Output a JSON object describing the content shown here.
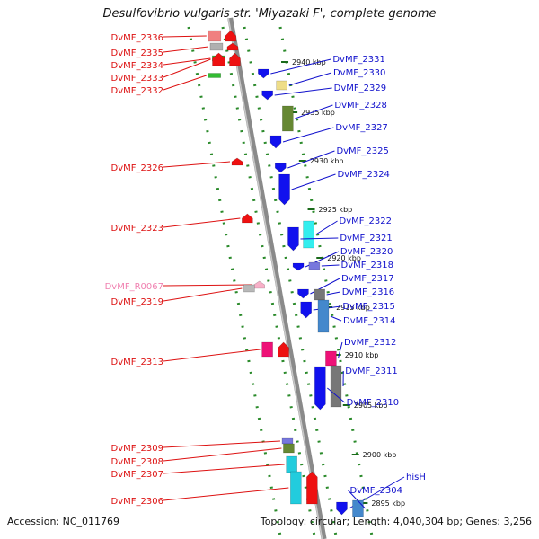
{
  "title": "Desulfovibrio vulgaris str. 'Miyazaki F', complete genome",
  "footer": {
    "accession": "Accession: NC_011769",
    "summary": "Topology: circular; Length: 4,040,304 bp; Genes: 3,256"
  },
  "colors": {
    "backbone": "#8a8a8a",
    "tick_dots": "#2a8a2a",
    "left_label": "#dd1111",
    "right_label": "#1111cc",
    "rna_label": "#f080b0"
  },
  "ticks": [
    "2940 kbp",
    "2935 kbp",
    "2930 kbp",
    "2925 kbp",
    "2920 kbp",
    "2915 kbp",
    "2910 kbp",
    "2905 kbp",
    "2900 kbp",
    "2895 kbp"
  ],
  "left_genes": [
    {
      "label": "DvMF_2336",
      "color": "#f08080",
      "type": "rect"
    },
    {
      "label": "DvMF_2335",
      "color": "#b0b0b0",
      "type": "rect"
    },
    {
      "label": "DvMF_2334",
      "color": "#33bb33",
      "type": "rect"
    },
    {
      "label": "DvMF_2333",
      "color": "#ee1111",
      "type": "arrow"
    },
    {
      "label": "DvMF_2332",
      "color": "#33bb33",
      "type": "rect"
    },
    {
      "label": "DvMF_2326",
      "color": "#ee1111",
      "type": "arrow"
    },
    {
      "label": "DvMF_2323",
      "color": "#ee1111",
      "type": "arrow"
    },
    {
      "label": "DvMF_R0067",
      "color": "#f8b0c8",
      "type": "arrow",
      "rna": true
    },
    {
      "label": "DvMF_2319",
      "color": "#b8b8b8",
      "type": "rect"
    },
    {
      "label": "DvMF_2313",
      "color": "#ee1177",
      "type": "rect"
    },
    {
      "label": "DvMF_2309",
      "color": "#7777dd",
      "type": "rect"
    },
    {
      "label": "DvMF_2308",
      "color": "#668833",
      "type": "rect"
    },
    {
      "label": "DvMF_2307",
      "color": "#22ccdd",
      "type": "rect"
    },
    {
      "label": "DvMF_2306",
      "color": "#22ccdd",
      "type": "rect"
    }
  ],
  "right_genes": [
    {
      "label": "DvMF_2331",
      "color": "#1111ee",
      "type": "arrow"
    },
    {
      "label": "DvMF_2330",
      "color": "#eedd88",
      "type": "rect"
    },
    {
      "label": "DvMF_2329",
      "color": "#1111ee",
      "type": "arrow"
    },
    {
      "label": "DvMF_2328",
      "color": "#668833",
      "type": "rect"
    },
    {
      "label": "DvMF_2327",
      "color": "#1111ee",
      "type": "arrow"
    },
    {
      "label": "DvMF_2325",
      "color": "#1111ee",
      "type": "arrow"
    },
    {
      "label": "DvMF_2324",
      "color": "#1111ee",
      "type": "arrow"
    },
    {
      "label": "DvMF_2322",
      "color": "#33eeee",
      "type": "rect"
    },
    {
      "label": "DvMF_2321",
      "color": "#1111ee",
      "type": "arrow"
    },
    {
      "label": "DvMF_2320",
      "color": "#1111ee",
      "type": "arrow"
    },
    {
      "label": "DvMF_2318",
      "color": "#7777dd",
      "type": "rect"
    },
    {
      "label": "DvMF_2317",
      "color": "#1111ee",
      "type": "arrow"
    },
    {
      "label": "DvMF_2316",
      "color": "#777777",
      "type": "rect"
    },
    {
      "label": "DvMF_2315",
      "color": "#1111ee",
      "type": "arrow"
    },
    {
      "label": "DvMF_2314",
      "color": "#4488cc",
      "type": "rect"
    },
    {
      "label": "DvMF_2312",
      "color": "#ee1177",
      "type": "rect"
    },
    {
      "label": "DvMF_2311",
      "color": "#777777",
      "type": "rect"
    },
    {
      "label": "DvMF_2310",
      "color": "#1111ee",
      "type": "arrow"
    },
    {
      "label": "hisH",
      "color": "#1111ee",
      "type": "arrow"
    },
    {
      "label": "DvMF_2304",
      "color": "#4488cc",
      "type": "rect"
    }
  ]
}
